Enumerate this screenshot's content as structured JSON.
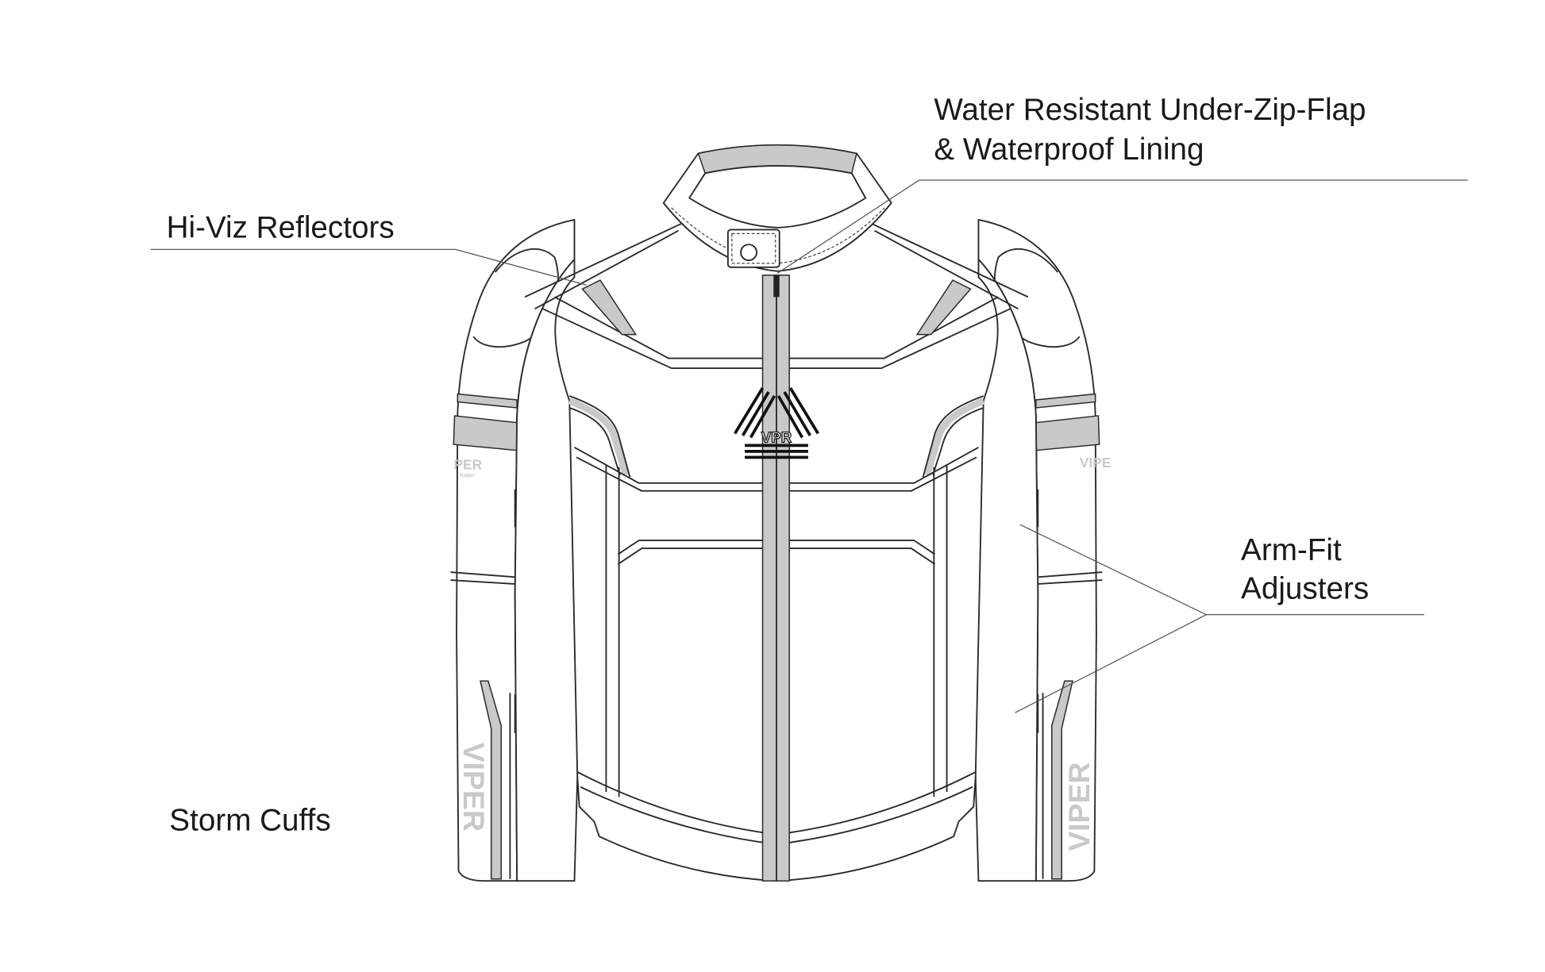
{
  "labels": {
    "hi_viz": "Hi-Viz Reflectors",
    "water_line1": "Water Resistant Under-Zip-Flap",
    "water_line2": "& Waterproof Lining",
    "arm_fit_line1": "Arm-Fit",
    "arm_fit_line2": "Adjusters",
    "storm_cuffs": "Storm Cuffs"
  },
  "logos": {
    "chest_logo": "VPR",
    "sleeve_brand": "VIPER",
    "sleeve_small_left": "PER",
    "sleeve_small_left_sub": "Rider",
    "sleeve_small_right": "VIPE"
  },
  "colors": {
    "reflector_gray": "#c9c9c9",
    "line": "#2a2a2a"
  }
}
